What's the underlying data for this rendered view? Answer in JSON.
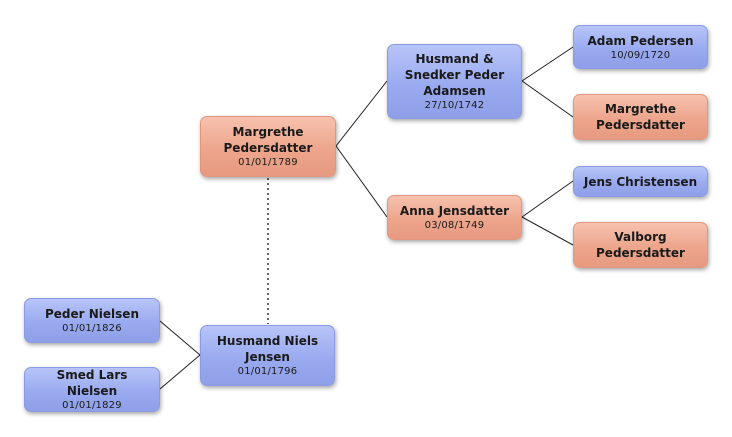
{
  "colors": {
    "male": "#9aaaf0",
    "female": "#eda58c",
    "connector": "#222222",
    "dotted_link": "#666666"
  },
  "persons": {
    "margrethe_1789": {
      "name": "Margrethe Pedersdatter",
      "date": "01/01/1789"
    },
    "husmand_peder": {
      "name": "Husmand & Snedker Peder Adamsen",
      "date": "27/10/1742"
    },
    "anna": {
      "name": "Anna Jensdatter",
      "date": "03/08/1749"
    },
    "adam": {
      "name": "Adam Pedersen",
      "date": "10/09/1720"
    },
    "margrethe_mother": {
      "name": "Margrethe Pedersdatter",
      "date": ""
    },
    "jens": {
      "name": "Jens Christensen",
      "date": ""
    },
    "valborg": {
      "name": "Valborg Pedersdatter",
      "date": ""
    },
    "niels": {
      "name": "Husmand Niels Jensen",
      "date": "01/01/1796"
    },
    "peder_nielsen": {
      "name": "Peder Nielsen",
      "date": "01/01/1826"
    },
    "lars": {
      "name": "Smed Lars Nielsen",
      "date": "01/01/1829"
    }
  }
}
